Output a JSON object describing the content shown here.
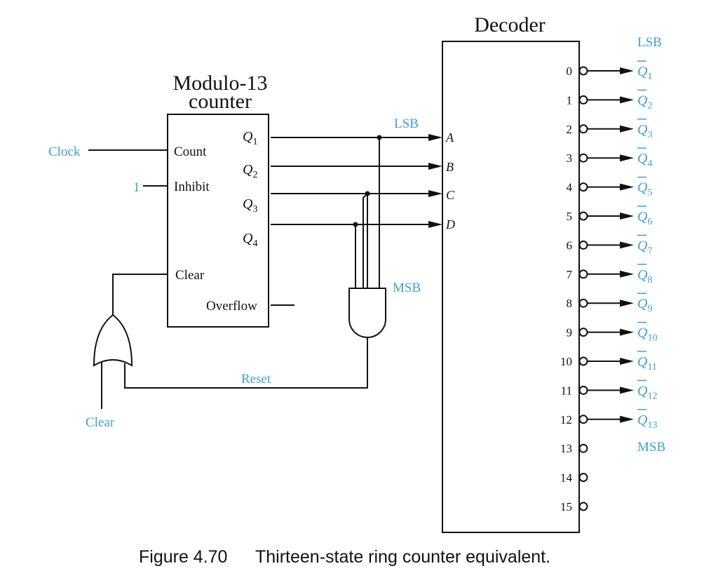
{
  "caption": {
    "number": "Figure 4.70",
    "text": "Thirteen-state ring counter equivalent."
  },
  "counter": {
    "title_line1": "Modulo-13",
    "title_line2": "counter",
    "pin_count": "Count",
    "pin_inhibit": "Inhibit",
    "pin_clear": "Clear",
    "pin_overflow": "Overflow",
    "outputs": [
      {
        "base": "Q",
        "sub": "1"
      },
      {
        "base": "Q",
        "sub": "2"
      },
      {
        "base": "Q",
        "sub": "3"
      },
      {
        "base": "Q",
        "sub": "4"
      }
    ]
  },
  "decoder": {
    "title": "Decoder",
    "inputs": [
      "A",
      "B",
      "C",
      "D"
    ],
    "pins": [
      "0",
      "1",
      "2",
      "3",
      "4",
      "5",
      "6",
      "7",
      "8",
      "9",
      "10",
      "11",
      "12",
      "13",
      "14",
      "15"
    ],
    "outputs": [
      {
        "base": "Q",
        "sub": "1"
      },
      {
        "base": "Q",
        "sub": "2"
      },
      {
        "base": "Q",
        "sub": "3"
      },
      {
        "base": "Q",
        "sub": "4"
      },
      {
        "base": "Q",
        "sub": "5"
      },
      {
        "base": "Q",
        "sub": "6"
      },
      {
        "base": "Q",
        "sub": "7"
      },
      {
        "base": "Q",
        "sub": "8"
      },
      {
        "base": "Q",
        "sub": "9"
      },
      {
        "base": "Q",
        "sub": "10"
      },
      {
        "base": "Q",
        "sub": "11"
      },
      {
        "base": "Q",
        "sub": "12"
      },
      {
        "base": "Q",
        "sub": "13"
      }
    ]
  },
  "labels": {
    "clock": "Clock",
    "inhibit_value": "1",
    "clear_input": "Clear",
    "reset": "Reset",
    "lsb_input": "LSB",
    "msb_and": "MSB",
    "lsb_output": "LSB",
    "msb_output": "MSB"
  },
  "colors": {
    "ink": "#111111",
    "label_blue": "#3f9fd6"
  }
}
